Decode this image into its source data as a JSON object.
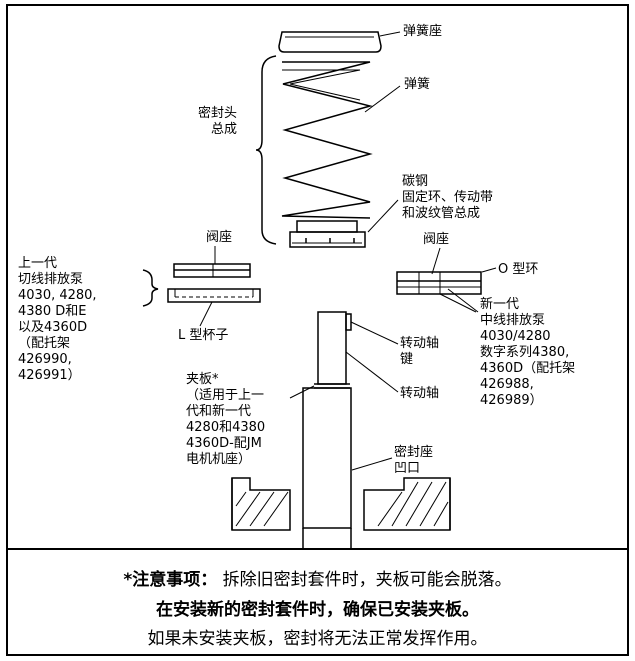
{
  "labels": {
    "spring_seat": "弹簧座",
    "spring": "弹簧",
    "seal_head": "密封头\n总成",
    "carbon_steel": "碳钢\n固定环、传动带\n和波纹管总成",
    "valve_seat_left": "阀座",
    "valve_seat_right": "阀座",
    "o_ring": "O 型环",
    "previous_gen": "上一代\n切线排放泵\n4030, 4280,\n4380 D和E\n以及4360D\n（配托架\n426990,\n426991）",
    "l_cup": "L 型杯子",
    "new_gen": "新一代\n中线排放泵\n4030/4280\n数字系列4380,\n4360D（配托架\n426988,\n426989）",
    "shaft_key": "转动轴\n键",
    "clamp_plate": "夹板*\n（适用于上一\n代和新一代\n4280和4380\n4360D-配JM\n电机机座）",
    "shaft": "转动轴",
    "seal_seat_recess": "密封座\n凹口"
  },
  "notes": {
    "star_title": "*注意事项：",
    "line1_rest": "  拆除旧密封套件时，夹板可能会脱落。",
    "line2": "在安装新的密封套件时，确保已安装夹板。",
    "line3": "如果未安装夹板，密封将无法正常发挥作用。"
  }
}
